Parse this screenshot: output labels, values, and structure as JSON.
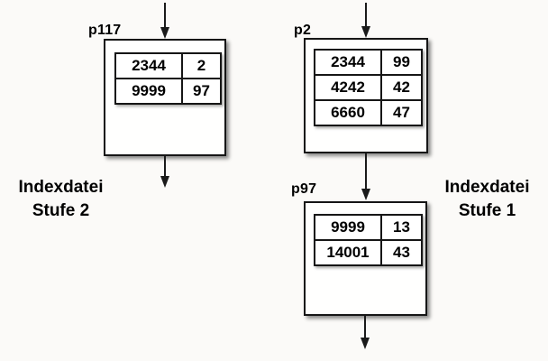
{
  "captions": {
    "left": {
      "line1": "Indexdatei",
      "line2": "Stufe 2"
    },
    "right": {
      "line1": "Indexdatei",
      "line2": "Stufe 1"
    }
  },
  "nodes": {
    "p117": {
      "label": "p117",
      "rows": [
        [
          "2344",
          "2"
        ],
        [
          "9999",
          "97"
        ]
      ]
    },
    "p2": {
      "label": "p2",
      "rows": [
        [
          "2344",
          "99"
        ],
        [
          "4242",
          "42"
        ],
        [
          "6660",
          "47"
        ]
      ]
    },
    "p97": {
      "label": "p97",
      "rows": [
        [
          "9999",
          "13"
        ],
        [
          "14001",
          "43"
        ]
      ]
    }
  },
  "colors": {
    "stroke": "#161616",
    "background": "#fbfaf8",
    "box_fill": "#ffffff",
    "text": "#000000"
  }
}
